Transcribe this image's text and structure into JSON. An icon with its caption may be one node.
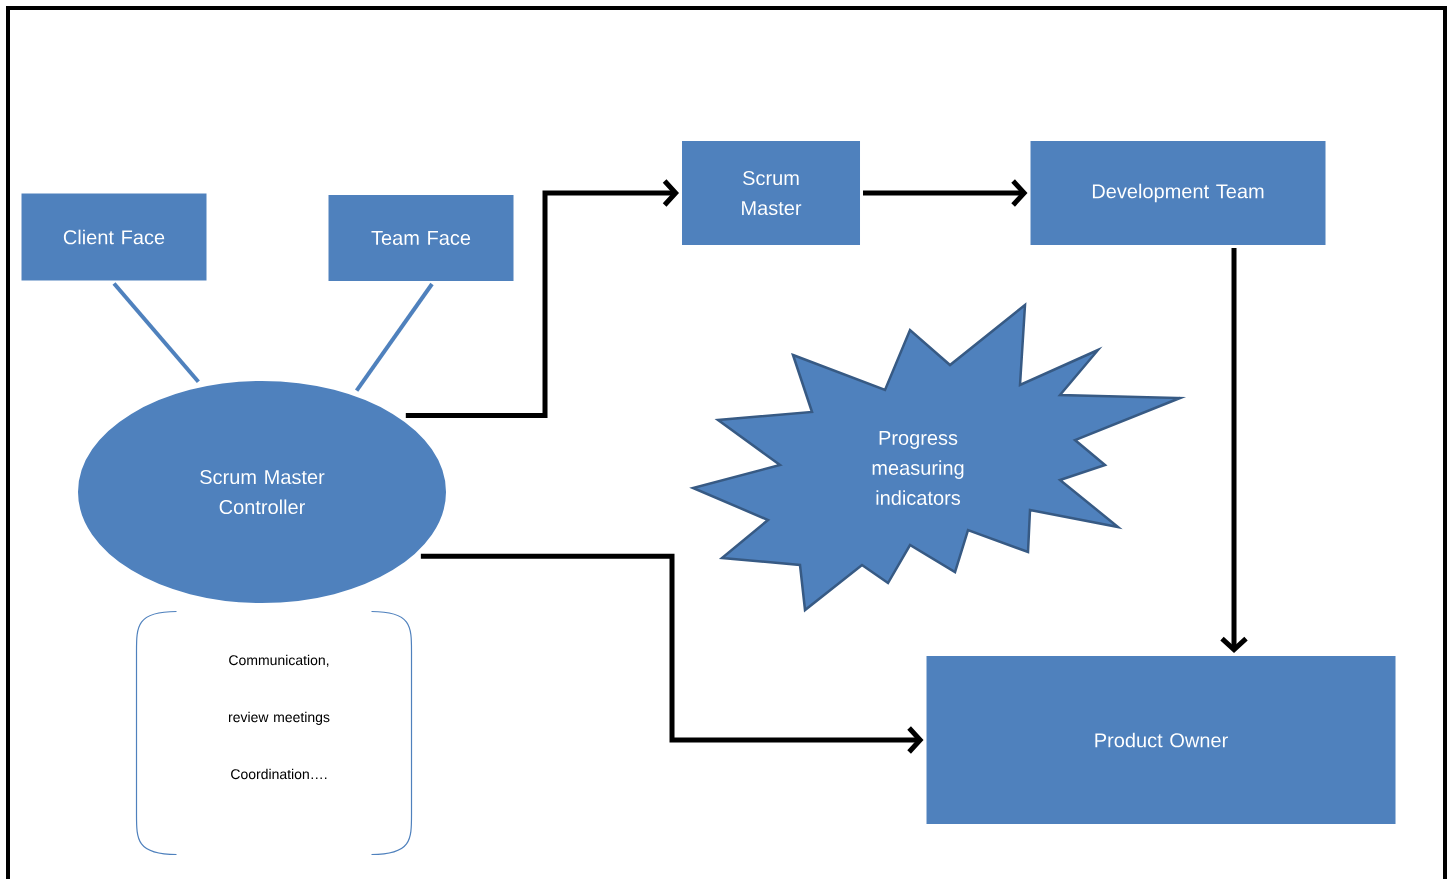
{
  "diagram": {
    "nodes": [
      {
        "text": [
          "Client Face"
        ]
      },
      {
        "text": [
          "Team Face"
        ]
      },
      {
        "text": [
          "Scrum Master Controller"
        ]
      },
      {
        "text": [
          "Scrum Master"
        ]
      },
      {
        "text": [
          "Development Team"
        ]
      },
      {
        "text": [
          "Progress measuring indicators"
        ]
      },
      {
        "text": [
          "Product Owner"
        ]
      },
      {
        "text": [
          "Communication, review meetings Coordination…."
        ]
      }
    ],
    "edges": [
      {
        "from": 0,
        "to": 2,
        "arrow": "none",
        "color": "#4f81bd"
      },
      {
        "from": 1,
        "to": 2,
        "arrow": "none",
        "color": "#4f81bd"
      },
      {
        "from": 2,
        "to": 3,
        "arrow": "to"
      },
      {
        "from": 3,
        "to": 4,
        "arrow": "to"
      },
      {
        "from": 4,
        "to": 6,
        "arrow": "to"
      },
      {
        "from": 2,
        "to": 6,
        "arrow": "to"
      }
    ]
  }
}
